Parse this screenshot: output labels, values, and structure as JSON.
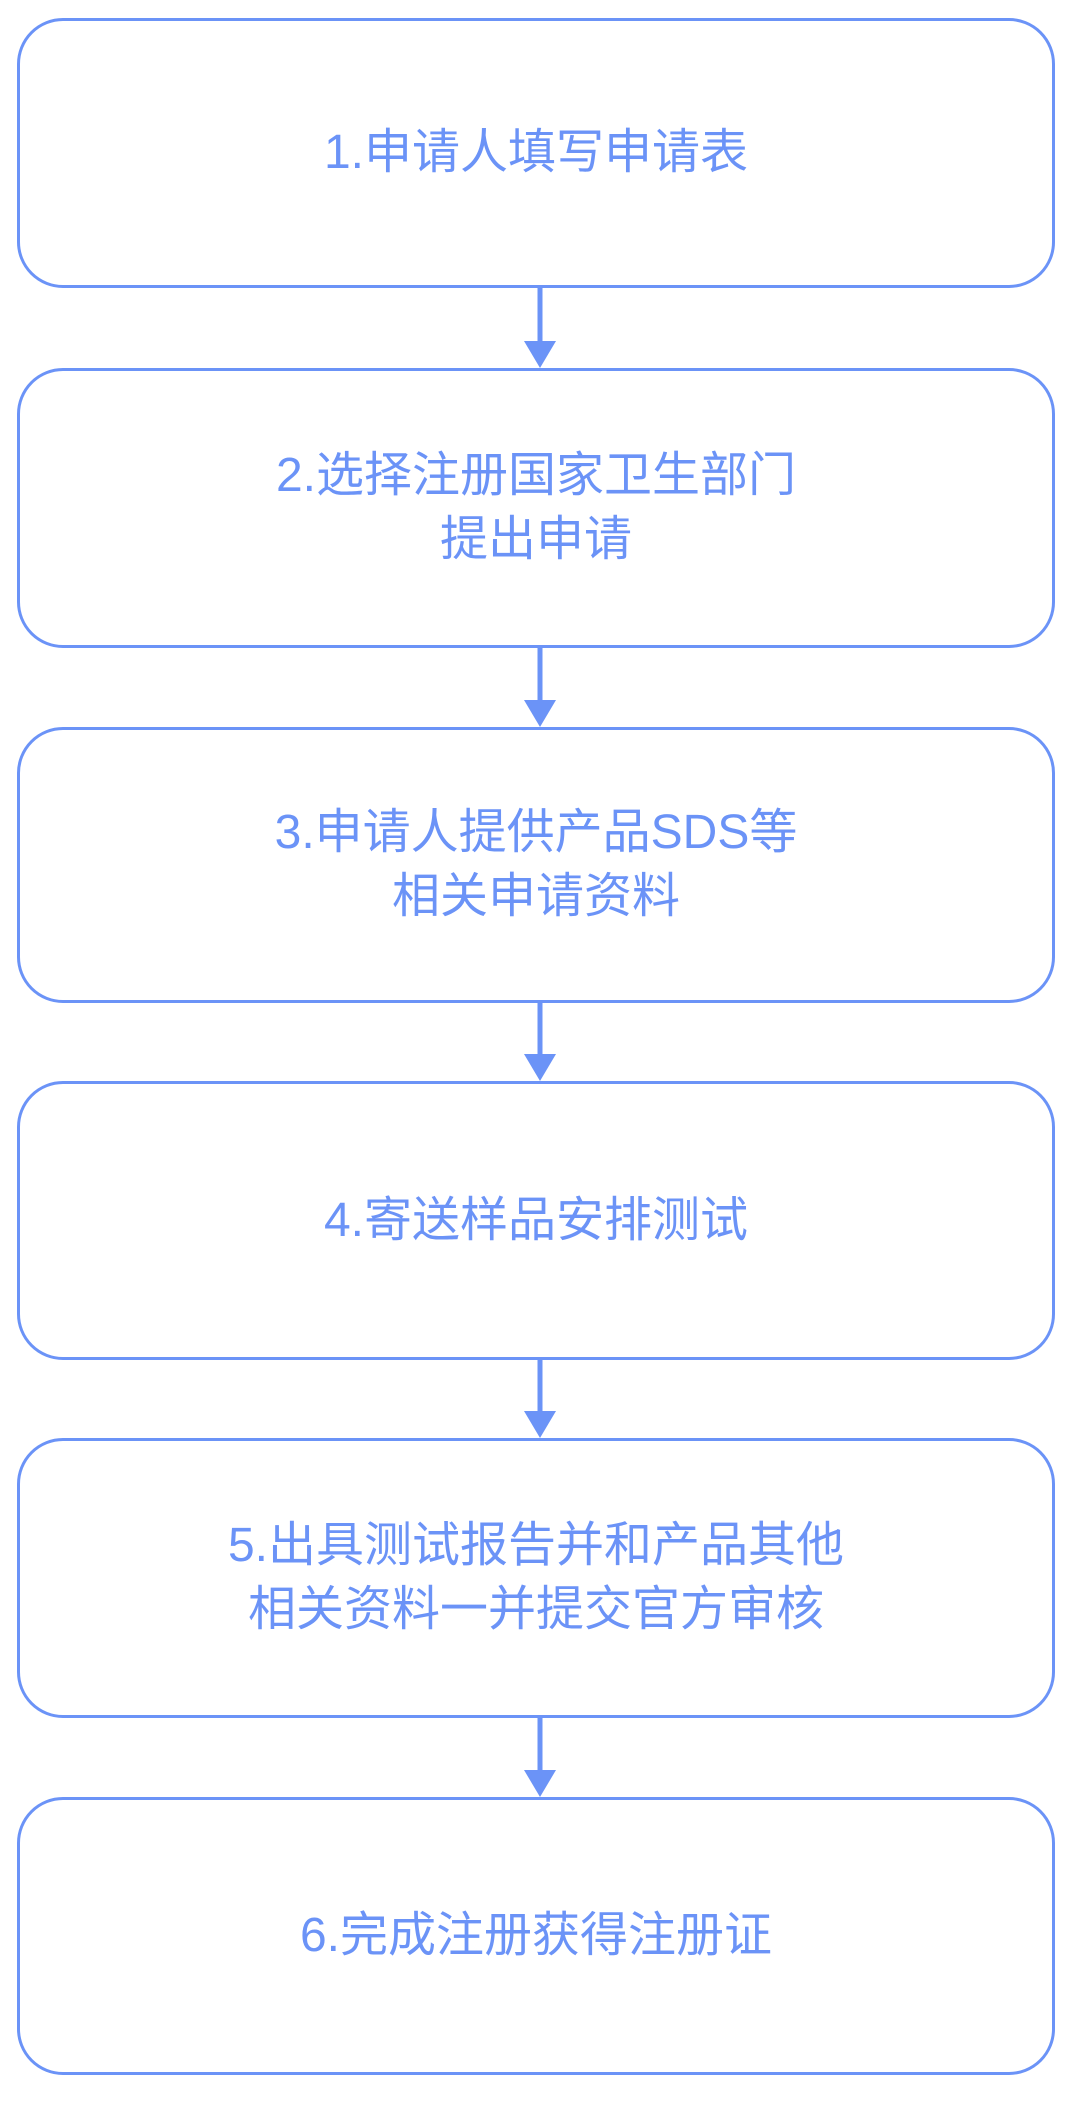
{
  "diagram": {
    "type": "flowchart",
    "orientation": "vertical",
    "accent_color": "#6b93f7",
    "background_color": "#ffffff",
    "steps": [
      {
        "id": "step-1",
        "label": "1.申请人填写申请表",
        "lines": [
          "1.申请人填写申请表"
        ]
      },
      {
        "id": "step-2",
        "label": "2.选择注册国家卫生部门\n提出申请",
        "lines": [
          "2.选择注册国家卫生部门",
          "提出申请"
        ]
      },
      {
        "id": "step-3",
        "label": "3.申请人提供产品SDS等\n相关申请资料",
        "lines": [
          "3.申请人提供产品SDS等",
          "相关申请资料"
        ]
      },
      {
        "id": "step-4",
        "label": "4.寄送样品安排测试",
        "lines": [
          "4.寄送样品安排测试"
        ]
      },
      {
        "id": "step-5",
        "label": "5.出具测试报告并和产品其他\n相关资料一并提交官方审核",
        "lines": [
          "5.出具测试报告并和产品其他",
          "相关资料一并提交官方审核"
        ]
      },
      {
        "id": "step-6",
        "label": "6.完成注册获得注册证",
        "lines": [
          "6.完成注册获得注册证"
        ]
      }
    ],
    "connectors": [
      {
        "id": "connector-1-2",
        "from": "step-1",
        "to": "step-2",
        "icon": "arrow-down-icon"
      },
      {
        "id": "connector-2-3",
        "from": "step-2",
        "to": "step-3",
        "icon": "arrow-down-icon"
      },
      {
        "id": "connector-3-4",
        "from": "step-3",
        "to": "step-4",
        "icon": "arrow-down-icon"
      },
      {
        "id": "connector-4-5",
        "from": "step-4",
        "to": "step-5",
        "icon": "arrow-down-icon"
      },
      {
        "id": "connector-5-6",
        "from": "step-5",
        "to": "step-6",
        "icon": "arrow-down-icon"
      }
    ]
  }
}
